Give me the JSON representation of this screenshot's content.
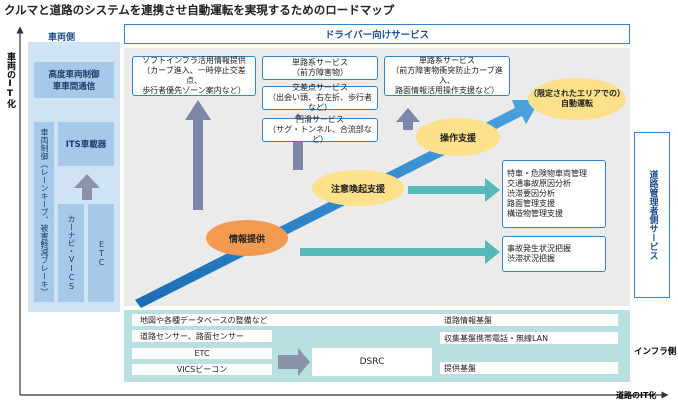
{
  "title": "クルマと道路のシステムを連携させ自動運転を実現するためのロードマップ",
  "axes": {
    "y": "車両のIT化",
    "x": "道路のIT化"
  },
  "vehicle_side": {
    "header": "車両側",
    "advanced": "高度車両制御\n車車間通信",
    "control": "車両制御（レーンキープ、被害軽減ブレーキ）",
    "its_unit": "ITS車載器",
    "car_navi": "カーナビ・VICS",
    "etc": "ETC"
  },
  "driver_services": {
    "header": "ドライバー向けサービス",
    "soft_infra": "ソフトインフラ活用情報提供\n（カーブ進入、一時停止交差点、\n歩行者優先ゾーン案内など）",
    "single_road_1": "単路系サービス\n（前方障害物）",
    "intersection": "交差点サービス\n（出会い頭、右左折、歩行者など）",
    "smooth": "円滑サービス\n（サグ・トンネル、合流部など）",
    "single_road_2": "単路系サービス\n（前方障害物衝突防止カーブ進入、\n路面情報活用操作支援など）"
  },
  "stages": {
    "info": "情報提供",
    "alert": "注意喚起支援",
    "assist": "操作支援",
    "auto": "（限定されたエリアでの）\n自動運転"
  },
  "road_admin": {
    "label": "道路管理者側サービス",
    "list1": [
      "特車・危険物車両管理",
      "交通事故原因分析",
      "渋滞要因分析",
      "路面管理支援",
      "構造物管理支援"
    ],
    "list2": [
      "事故発生状況把握",
      "渋滞状況把握"
    ]
  },
  "infra": {
    "label": "インフラ側",
    "map_db": "地図や各種データベースの整備など",
    "road_info": "道路情報基盤",
    "sensors": "道路センサー、路面センサー",
    "comm": "収集基盤携帯電話・無線LAN",
    "etc": "ETC",
    "vics": "VICSビーコン",
    "dsrc": "DSRC",
    "provide": "提供基盤"
  },
  "colors": {
    "accent": "#1a6db5",
    "light_blue": "#cfe3f5",
    "teal": "#57b8b8",
    "orange": "#f39a52",
    "yellow": "#fde08a",
    "arrow_gray": "#8b93a8"
  }
}
